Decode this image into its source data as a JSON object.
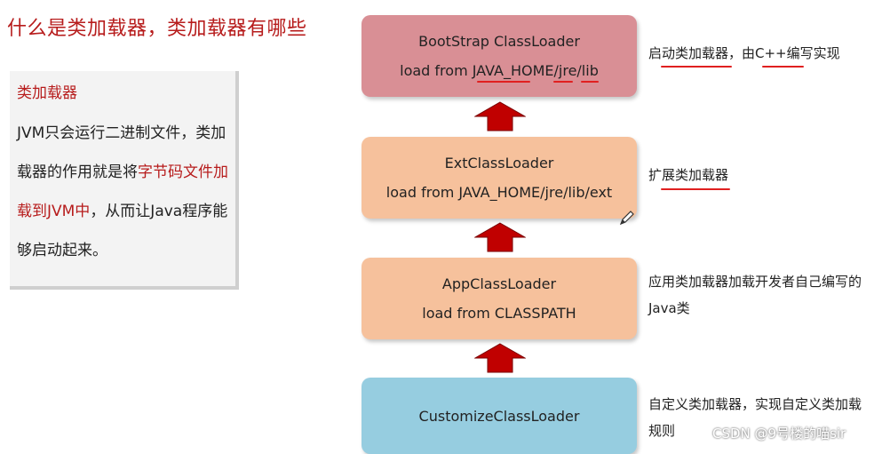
{
  "title": "什么是类加载器，类加载器有哪些",
  "info": {
    "heading": "类加载器",
    "body_part1": "JVM只会运行二进制文件，类加载器的作用就是将",
    "body_highlight": "字节码文件加载到JVM中",
    "body_part2": "，从而让Java程序能够启动起来。"
  },
  "loaders": [
    {
      "name": "BootStrap ClassLoader",
      "source": "load from JAVA_HOME/jre/lib",
      "desc": "启动类加载器，由C++编写实现"
    },
    {
      "name": "ExtClassLoader",
      "source": "load from JAVA_HOME/jre/lib/ext",
      "desc": "扩展类加载器"
    },
    {
      "name": "AppClassLoader",
      "source": "load from CLASSPATH",
      "desc": "应用类加载器加载开发者自己编写的Java类"
    },
    {
      "name": "CustomizeClassLoader",
      "source": "",
      "desc": "自定义类加载器，实现自定义类加载规则"
    }
  ],
  "watermark": "CSDN @9号楼的喵sir",
  "colors": {
    "title": "#b71c1c",
    "bootstrap": "#d98f95",
    "ext": "#f6c19c",
    "app": "#f6c19c",
    "customize": "#96cde0",
    "arrow": "#c00000",
    "underline": "#e02020"
  }
}
